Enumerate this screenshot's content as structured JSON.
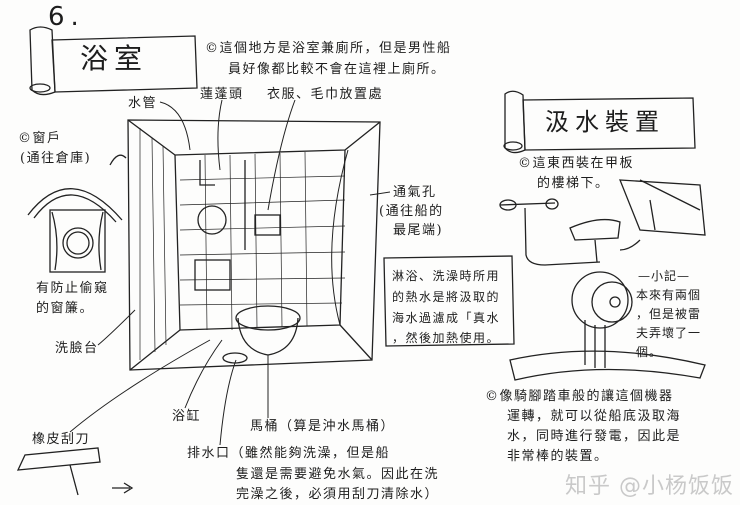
{
  "section_number": "6.",
  "bathroom": {
    "title": "浴室",
    "note": [
      "©這個地方是浴室兼廁所，但是男性船",
      "員好像都比較不會在這裡上廁所。"
    ],
    "labels": {
      "pipe": "水管",
      "shower_head": "蓮蓬頭",
      "clothes_towel": "衣服、毛巾放置處",
      "window": "©窗戶",
      "window_sub": "(通往倉庫)",
      "curtain": [
        "有防止偷窺",
        "的窗簾。"
      ],
      "washbasin": "洗臉台",
      "vent": "通氣孔",
      "vent_sub": [
        "(通往船的",
        "最尾端)"
      ],
      "bathtub": "浴缸",
      "toilet": "馬桶（算是沖水馬桶）",
      "squeegee": "橡皮刮刀",
      "drain": [
        "排水口（雖然能夠洗澡，但是船",
        "隻還是需要避免水氣。因此在洗",
        "完澡之後，必須用刮刀清除水）"
      ]
    },
    "hot_water_note": [
      "淋浴、洗澡時所用",
      "的熱水是將汲取的",
      "海水過濾成「真水",
      "，然後加熱使用。"
    ]
  },
  "pump": {
    "title": "汲水裝置",
    "location_note": [
      "©這東西裝在甲板",
      "的樓梯下。"
    ],
    "memo": [
      "—小記—",
      "本來有兩個",
      "，但是被雷",
      "夫弄壞了一",
      "個。"
    ],
    "description": [
      "©像騎腳踏車般的讓這個機器",
      "運轉，就可以從船底汲取海",
      "水，同時進行發電，因此是",
      "非常棒的裝置。"
    ]
  },
  "watermark": "知乎 @小杨饭饭"
}
